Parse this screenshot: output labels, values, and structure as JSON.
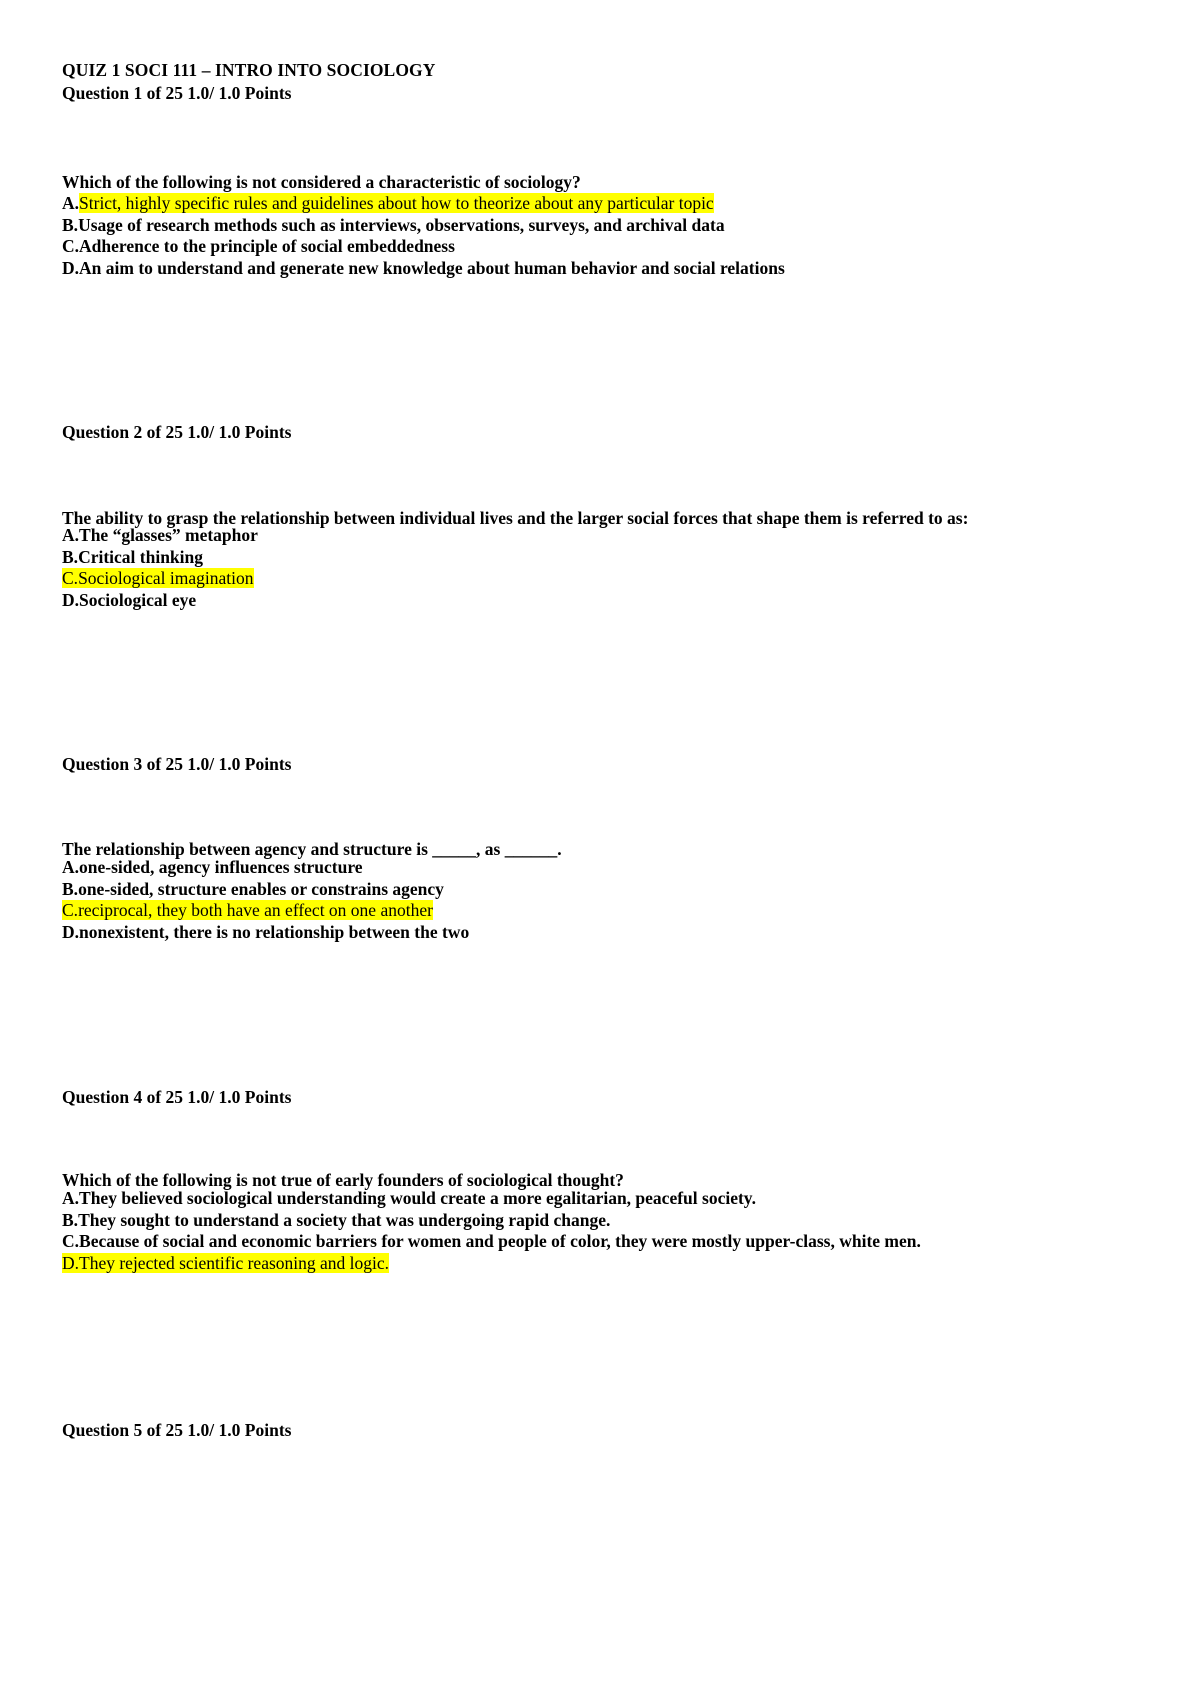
{
  "document": {
    "title": "QUIZ 1 SOCI 111 – INTRO INTO SOCIOLOGY",
    "highlight_color": "#ffff00"
  },
  "questions": [
    {
      "header": "Question 1 of 25 1.0/ 1.0 Points",
      "stem": "Which of the following is not considered a characteristic of sociology?",
      "options": [
        {
          "label": "A.",
          "text": "Strict, highly specific rules and guidelines about how to theorize about any particular topic",
          "highlighted": true
        },
        {
          "label": "B.",
          "text": "Usage of research methods such as interviews, observations, surveys, and archival data",
          "highlighted": false
        },
        {
          "label": "C.",
          "text": "Adherence to the principle of social embeddedness",
          "highlighted": false
        },
        {
          "label": "D.",
          "text": "An aim to understand and generate new knowledge about human behavior and social relations",
          "highlighted": false
        }
      ]
    },
    {
      "header": "Question 2 of 25 1.0/ 1.0 Points",
      "stem": "The ability to grasp the relationship between individual lives and the larger social forces that shape them is referred to as:",
      "options": [
        {
          "label": "A.",
          "text": "The “glasses” metaphor",
          "highlighted": false
        },
        {
          "label": "B.",
          "text": "Critical thinking",
          "highlighted": false
        },
        {
          "label": "C.",
          "text": "Sociological imagination",
          "highlighted": true
        },
        {
          "label": "D.",
          "text": "Sociological eye",
          "highlighted": false
        }
      ]
    },
    {
      "header": "Question 3 of 25 1.0/ 1.0 Points",
      "stem": "The relationship between agency and structure is _____, as ______.",
      "options": [
        {
          "label": "A.",
          "text": "one-sided, agency influences structure",
          "highlighted": false
        },
        {
          "label": "B.",
          "text": "one-sided, structure enables or constrains agency",
          "highlighted": false
        },
        {
          "label": "C.",
          "text": "reciprocal, they both have an effect on one another",
          "highlighted": true
        },
        {
          "label": "D.",
          "text": "nonexistent, there is no relationship between the two",
          "highlighted": false
        }
      ]
    },
    {
      "header": "Question 4 of 25 1.0/ 1.0 Points",
      "stem": "Which of the following is not true of early founders of sociological thought?",
      "options": [
        {
          "label": "A.",
          "text": "They believed sociological understanding would create a more egalitarian, peaceful society.",
          "highlighted": false
        },
        {
          "label": "B.",
          "text": "They sought to understand a society that was undergoing rapid change.",
          "highlighted": false
        },
        {
          "label": "C.",
          "text": "Because of social and economic barriers for women and people of color, they were mostly upper-class, white men.",
          "highlighted": false
        },
        {
          "label": "D.",
          "text": "They rejected scientific reasoning and logic.",
          "highlighted": true
        }
      ]
    },
    {
      "header": "Question 5 of 25 1.0/ 1.0 Points",
      "stem": "",
      "options": []
    }
  ]
}
